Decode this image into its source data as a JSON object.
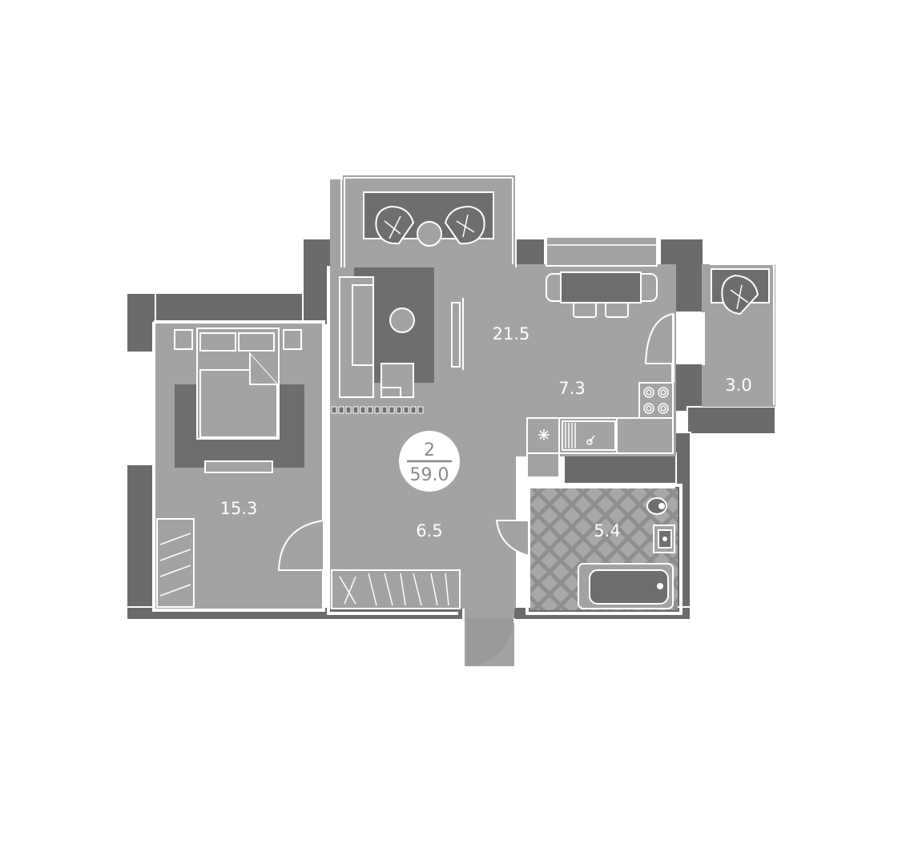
{
  "apartment": {
    "rooms_count": "2",
    "total_area": "59.0"
  },
  "rooms": {
    "living": {
      "area": "21.5"
    },
    "kitchen": {
      "area": "7.3"
    },
    "balcony": {
      "area": "3.0"
    },
    "bedroom": {
      "area": "15.3"
    },
    "hall": {
      "area": "6.5"
    },
    "bathroom": {
      "area": "5.4"
    }
  },
  "colors": {
    "floor": "#a3a3a3",
    "wall": "#6b6b6b",
    "furniture": "#6e6e6e",
    "line": "#ffffff",
    "tile": "#b4b4b4"
  }
}
